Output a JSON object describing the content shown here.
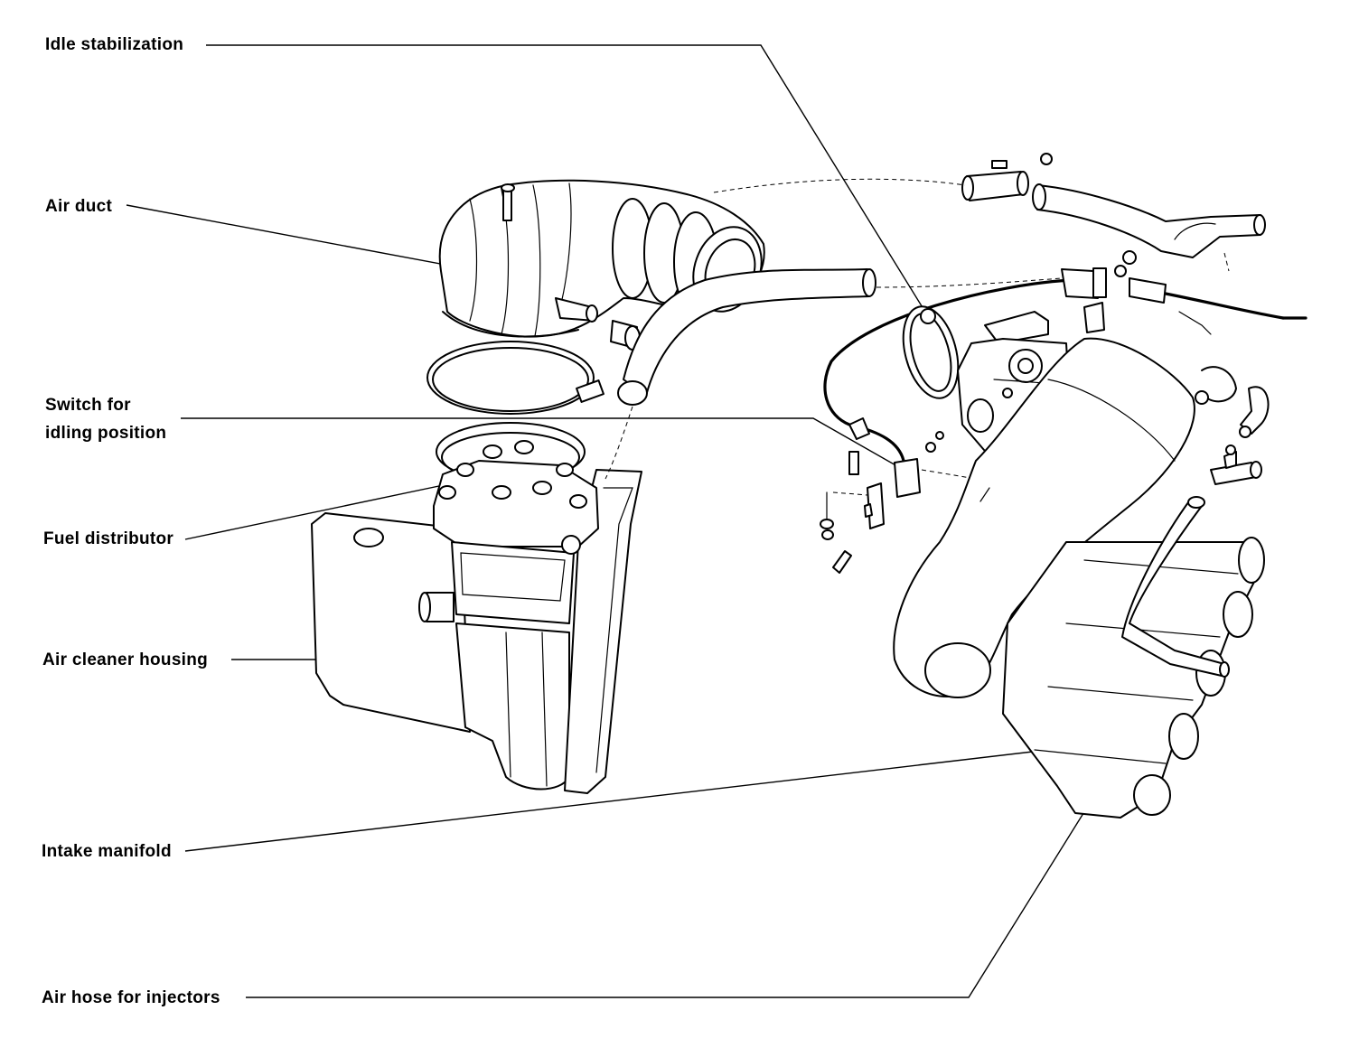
{
  "labels": {
    "idle_stabilization": "Idle stabilization",
    "air_duct": "Air duct",
    "switch_idling_line1": "Switch for",
    "switch_idling_line2": "idling position",
    "fuel_distributor": "Fuel distributor",
    "air_cleaner_housing": "Air cleaner housing",
    "intake_manifold": "Intake manifold",
    "air_hose_injectors": "Air hose for injectors"
  },
  "colors": {
    "ink": "#000000",
    "background": "#ffffff"
  }
}
